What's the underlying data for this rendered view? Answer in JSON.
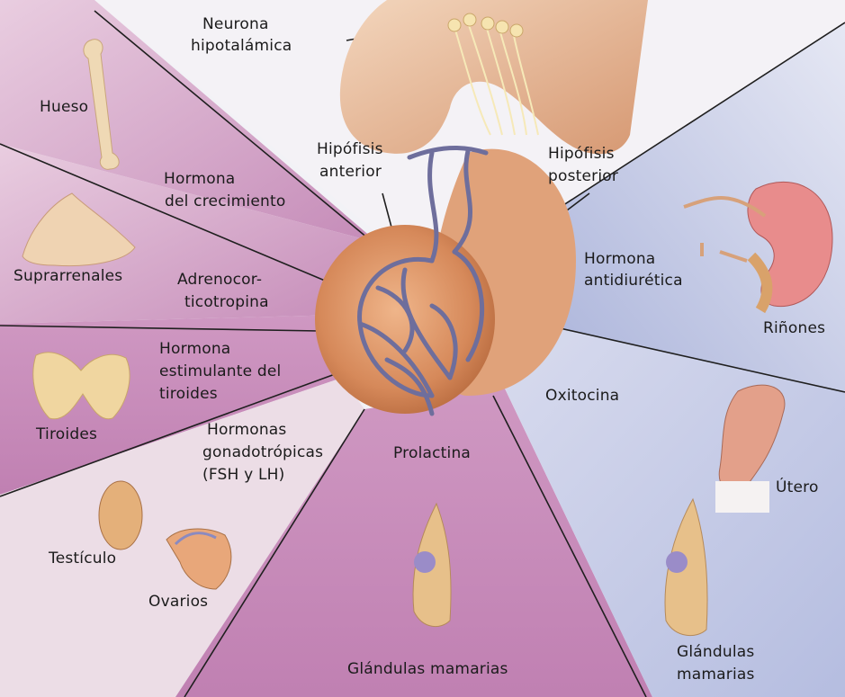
{
  "labels": {
    "neurona": "Neurona",
    "hipotalamica": "hipotalámica",
    "hueso": "Hueso",
    "hipofisis_anterior_1": "Hipófisis",
    "hipofisis_anterior_2": "anterior",
    "hipofisis_posterior_1": "Hipófisis",
    "hipofisis_posterior_2": "posterior",
    "hormona_crecimiento_1": "Hormona",
    "hormona_crecimiento_2": "del crecimiento",
    "suprarrenales": "Suprarrenales",
    "adrenocor_1": "Adrenocor-",
    "adrenocor_2": "ticotropina",
    "hormona_antidiuretica_1": "Hormona",
    "hormona_antidiuretica_2": "antidiurética",
    "rinones": "Riñones",
    "tsh_1": "Hormona",
    "tsh_2": "estimulante del",
    "tsh_3": "tiroides",
    "tiroides": "Tiroides",
    "oxitocina": "Oxitocina",
    "gonado_1": "Hormonas",
    "gonado_2": "gonadotrópicas",
    "gonado_3": "(FSH y LH)",
    "prolactina": "Prolactina",
    "utero": "Útero",
    "testiculo": "Testículo",
    "ovarios": "Ovarios",
    "glandulas_center": "Glándulas mamarias",
    "glandulas_right_1": "Glándulas",
    "glandulas_right_2": "mamarias"
  },
  "colors": {
    "sector_magenta": "#c58bb8",
    "sector_magenta_light": "#e7c8dc",
    "sector_blue": "#bcc3e2",
    "sector_blue_light": "#e3e6f3",
    "gland": "#d99a70",
    "vessels": "#6e6e9c"
  }
}
